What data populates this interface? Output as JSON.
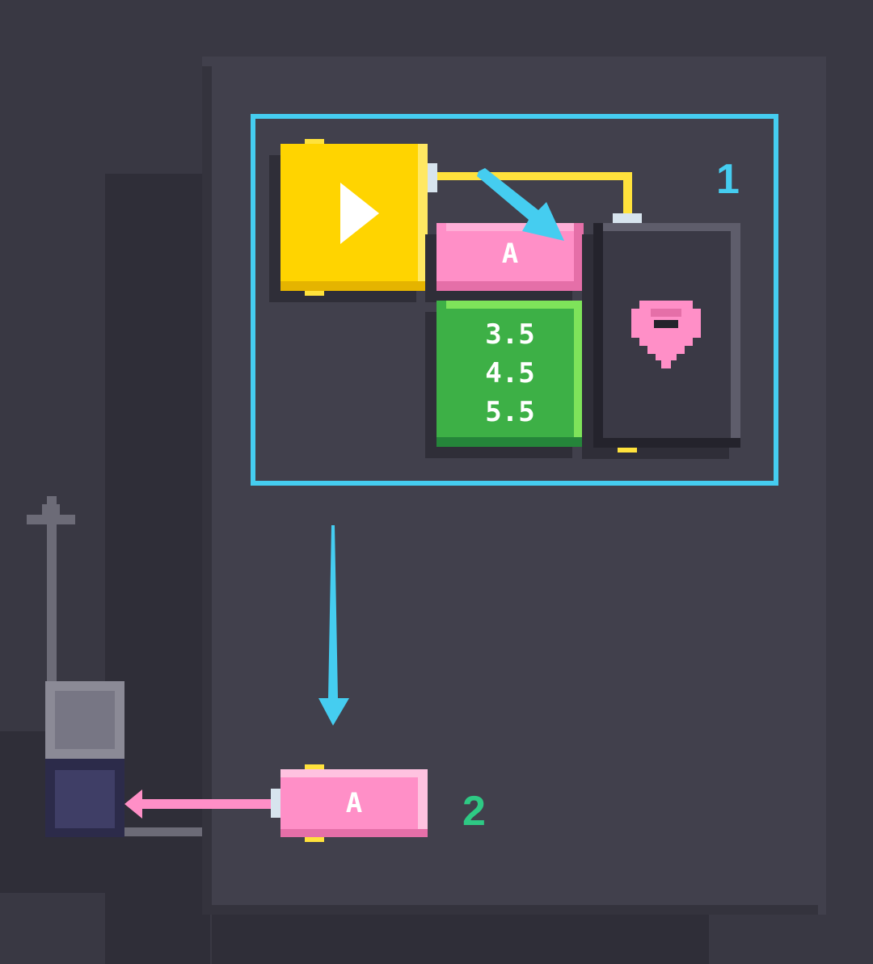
{
  "selection": {
    "number_label": "1"
  },
  "start_block": {
    "icon": "play-icon",
    "color": "#ffd400"
  },
  "variable_block_top": {
    "label": "A",
    "color": "#ff8fc7"
  },
  "list_block": {
    "items": [
      "3.5",
      "4.5",
      "5.5"
    ],
    "color": "#3db046"
  },
  "output_block": {
    "icon": "heart-icon",
    "color": "#3a3945"
  },
  "variable_block_bottom": {
    "label": "A",
    "color": "#ff8fc7",
    "number_label": "2"
  },
  "colors": {
    "accent_blue": "#45cdf0",
    "accent_green": "#2ec984",
    "wire_yellow": "#ffe23c",
    "wire_pink": "#ff8fc7"
  }
}
